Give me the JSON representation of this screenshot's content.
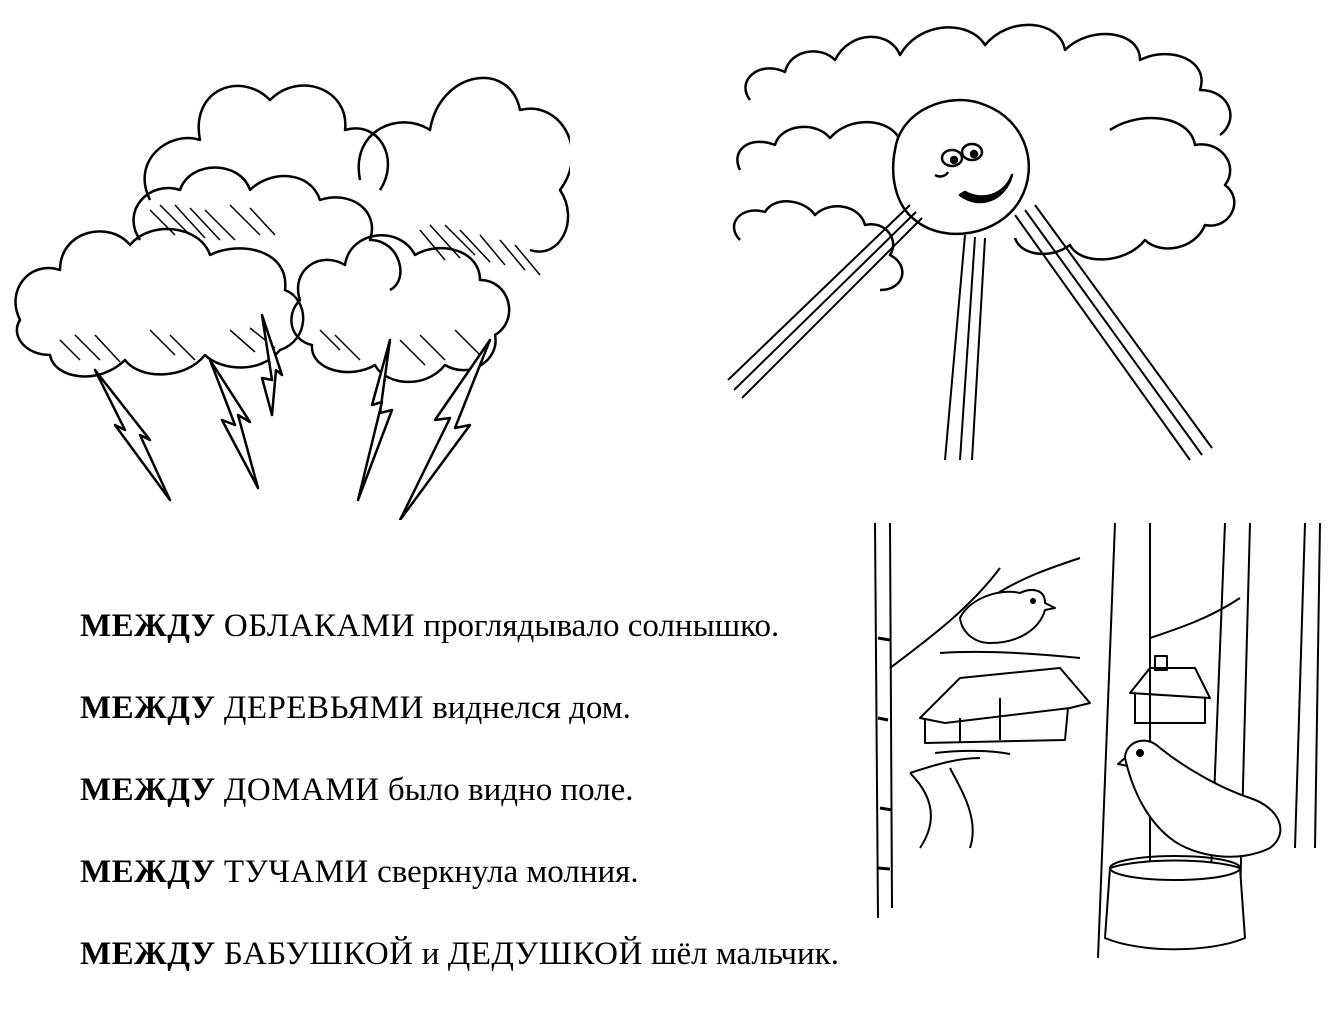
{
  "illustrations": {
    "storm": "storm-clouds-lightning",
    "sun": "sun-behind-clouds",
    "forest": "birds-in-forest-with-houses"
  },
  "sentences": [
    {
      "preposition": "МЕЖДУ",
      "noun": "ОБЛАКАМИ",
      "rest": "проглядывало солнышко."
    },
    {
      "preposition": "МЕЖДУ",
      "noun": "ДЕРЕВЬЯМИ",
      "rest": "виднелся дом."
    },
    {
      "preposition": "МЕЖДУ",
      "noun": "ДОМАМИ",
      "rest": "было видно поле."
    },
    {
      "preposition": "МЕЖДУ",
      "noun": "ТУЧАМИ",
      "rest": "сверкнула молния."
    },
    {
      "preposition": "МЕЖДУ",
      "noun": "БАБУШКОЙ",
      "conj": "и",
      "noun2": "ДЕДУШКОЙ",
      "rest": "шёл мальчик."
    }
  ]
}
